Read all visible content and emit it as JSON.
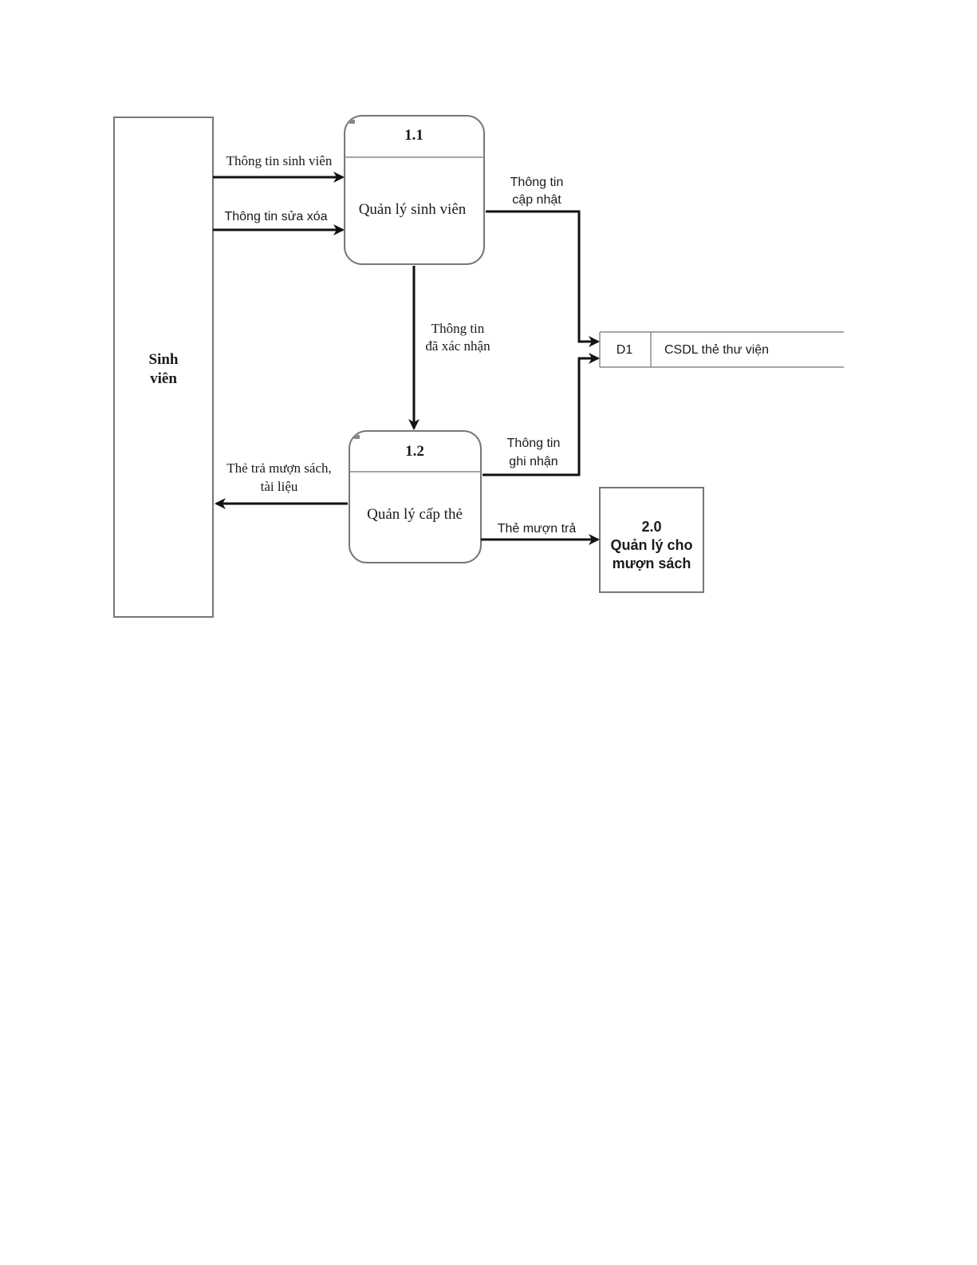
{
  "diagram": {
    "type": "data-flow-diagram",
    "external_entity": {
      "label_line1": "Sinh",
      "label_line2": "viên"
    },
    "processes": [
      {
        "id": "1.1",
        "name": "Quản lý sinh viên"
      },
      {
        "id": "1.2",
        "name": "Quản lý cấp thẻ"
      }
    ],
    "data_store": {
      "id": "D1",
      "name": "CSDL thẻ thư viện"
    },
    "external_process": {
      "id": "2.0",
      "name_line1": "Quản lý cho",
      "name_line2": "mượn sách"
    },
    "flows": {
      "student_info": "Thông tin sinh viên",
      "edit_delete_info": "Thông tin sửa xóa",
      "updated_info_line1": "Thông tin",
      "updated_info_line2": "cập nhật",
      "confirmed_info_line1": "Thông tin",
      "confirmed_info_line2": "đã xác nhận",
      "recorded_info_line1": "Thông tin",
      "recorded_info_line2": "ghi nhận",
      "card_return_line1": "Thẻ trả mượn sách,",
      "card_return_line2": "tài liệu",
      "borrow_card": "Thẻ mượn trả"
    }
  }
}
